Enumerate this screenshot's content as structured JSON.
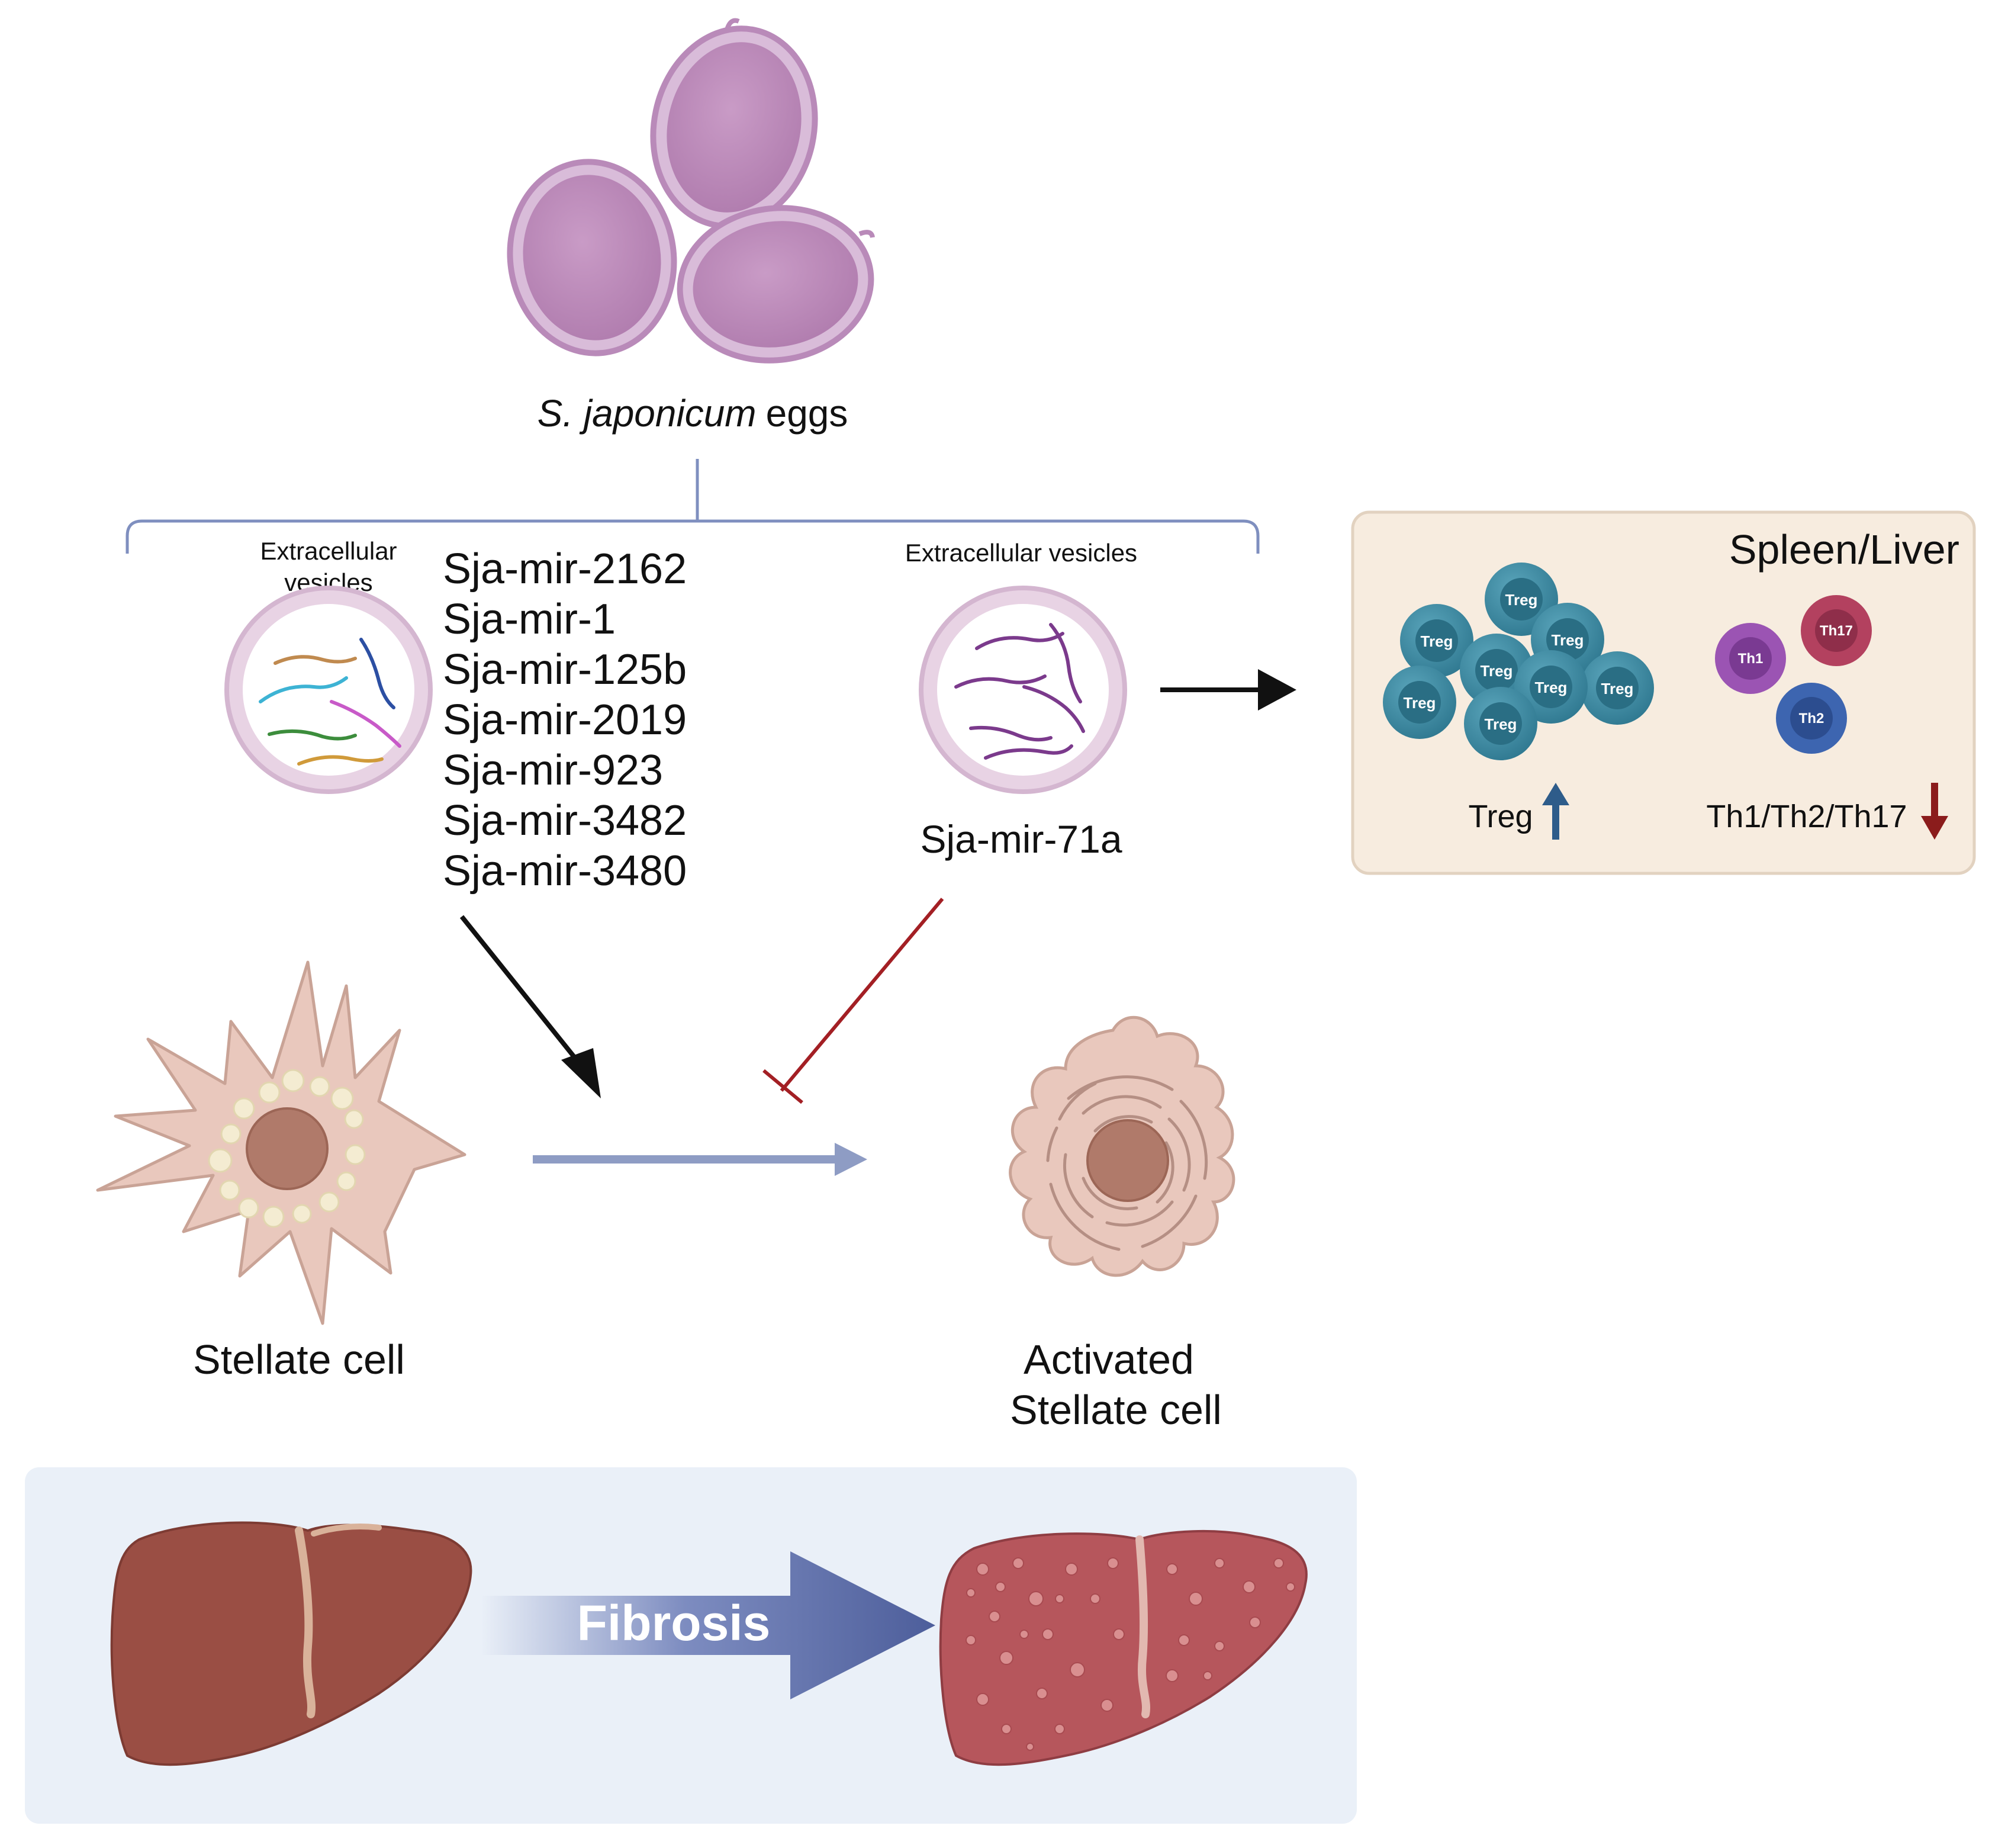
{
  "eggs": {
    "caption_italic": "S. japonicum",
    "caption_plain": "eggs"
  },
  "left_vesicle": {
    "label_line1": "Extracellular",
    "label_line2": "vesicles"
  },
  "mirna_list": [
    "Sja-mir-2162",
    "Sja-mir-1",
    "Sja-mir-125b",
    "Sja-mir-2019",
    "Sja-mir-923",
    "Sja-mir-3482",
    "Sja-mir-3480"
  ],
  "right_vesicle": {
    "label": "Extracellular vesicles",
    "mirna": "Sja-mir-71a"
  },
  "spleen_panel": {
    "title": "Spleen/Liver",
    "treg_cell_label": "Treg",
    "th1_label": "Th1",
    "th2_label": "Th2",
    "th17_label": "Th17",
    "treg_caption": "Treg",
    "th_caption": "Th1/Th2/Th17",
    "treg_trend": "up",
    "th_trend": "down"
  },
  "stellate": {
    "quiescent_label": "Stellate cell",
    "activated_line1": "Activated",
    "activated_line2": "Stellate cell"
  },
  "fibrosis": {
    "label": "Fibrosis"
  },
  "colors": {
    "egg_fill": "#c9a0c9",
    "egg_outline": "#b98ab9",
    "bracket": "#7f8fbf",
    "inhibit": "#a31f24",
    "activation_arrow": "#8e9cc4",
    "panel_bg": "#f7ecdf",
    "treg": "#3f8aa1",
    "th1": "#9b54b3",
    "th2": "#3d65b0",
    "th17": "#b3415f",
    "up_arrow": "#2e5c8a",
    "down_arrow": "#8b1c1c",
    "stellate": "#e9c8bd",
    "nucleus": "#b07a6a",
    "liver_healthy": "#9a4e44",
    "liver_fibrotic": "#b6565c",
    "fibrosis_panel": "#eaf0f8",
    "fibrosis_arrow": "#4d5e9b"
  }
}
